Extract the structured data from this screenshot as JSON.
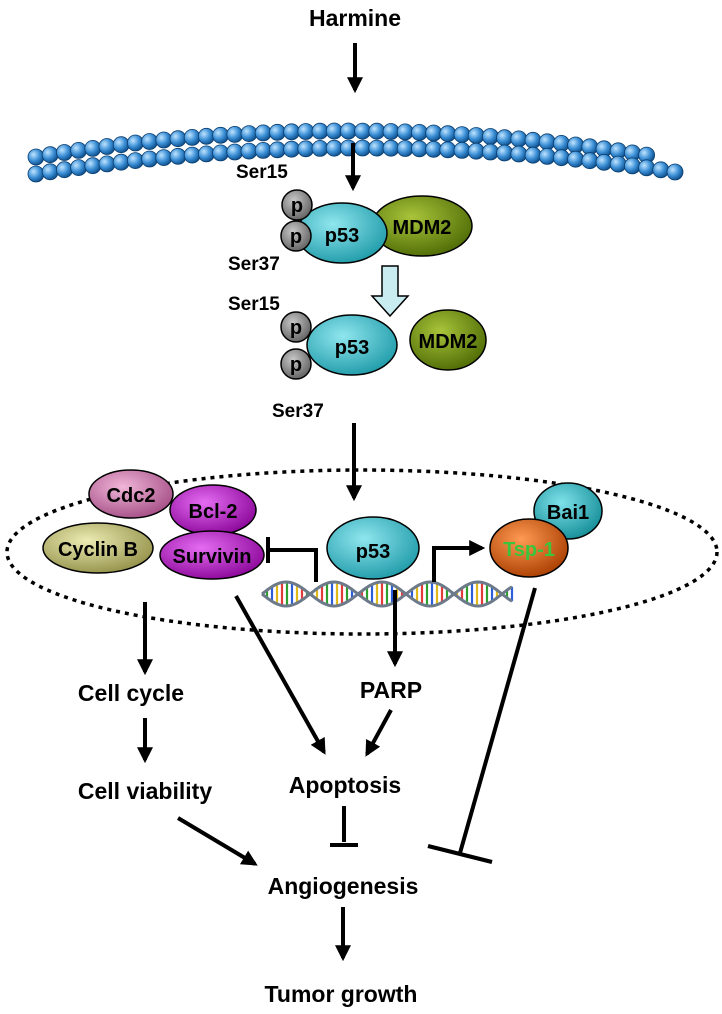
{
  "title": "Harmine",
  "phospho": {
    "site_top": "Ser15",
    "site_bottom": "Ser37",
    "p": "p",
    "p53": "p53",
    "mdm2": "MDM2"
  },
  "nucleus": {
    "p53": "p53",
    "cdc2": "Cdc2",
    "bcl2": "Bcl-2",
    "cyclin_b": "Cyclin B",
    "survivin": "Survivin",
    "bai1": "Bai1",
    "tsp1": "Tsp-1"
  },
  "outcomes": {
    "cell_cycle": "Cell cycle",
    "cell_viability": "Cell viability",
    "parp": "PARP",
    "apoptosis": "Apoptosis",
    "angiogenesis": "Angiogenesis",
    "tumor_growth": "Tumor growth"
  },
  "colors": {
    "membrane_bead": "#3b8fd6",
    "p53": "#3fb8c4",
    "mdm2": "#6f8f12",
    "phospho": "#8a8a8a",
    "cdc2": "#c77aa8",
    "bcl2": "#b010c0",
    "cyclin_b": "#b8b668",
    "survivin": "#a818b0",
    "bai1": "#20b2bd",
    "tsp1": "#d8560a",
    "tsp1_text": "#3cc43c",
    "hollow_arrow": "#c8ecf0"
  }
}
